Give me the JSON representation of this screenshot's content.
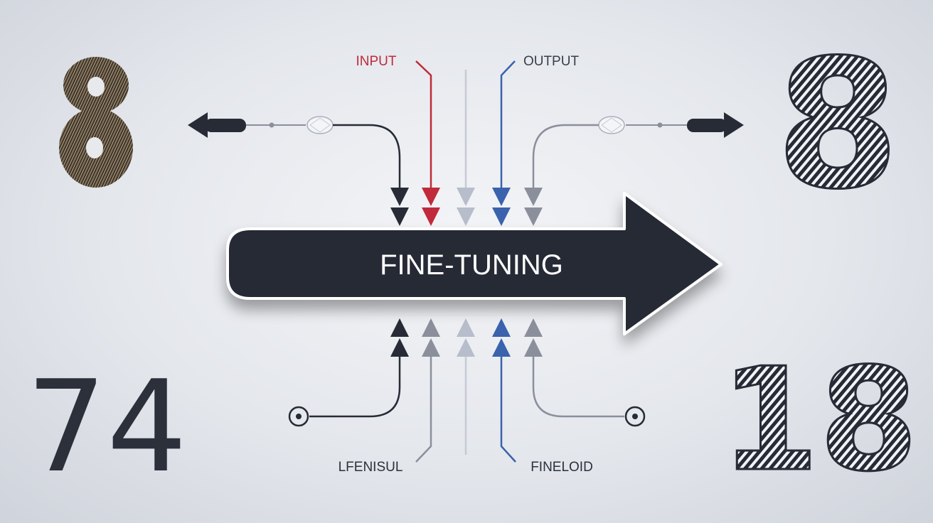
{
  "labels": {
    "input": "INPUT",
    "output": "OUTPUT",
    "bottom_left": "LFENISUL",
    "bottom_right": "FINELOID",
    "center": "FINE-TUNING"
  },
  "numbers": {
    "top_left": "8",
    "top_right": "8",
    "bottom_left": "74",
    "bottom_right": "18"
  },
  "colors": {
    "dark": "#262b36",
    "red": "#c02a3a",
    "blue": "#3a62ad",
    "gray": "#8a8f9b",
    "light": "#b7bdca",
    "background": "#e6e8ed"
  },
  "icons": {
    "left_arrow": "arrow-left-icon",
    "right_arrow": "arrow-right-icon",
    "crystal": "crystal-node-icon",
    "terminal": "target-terminal-icon"
  }
}
